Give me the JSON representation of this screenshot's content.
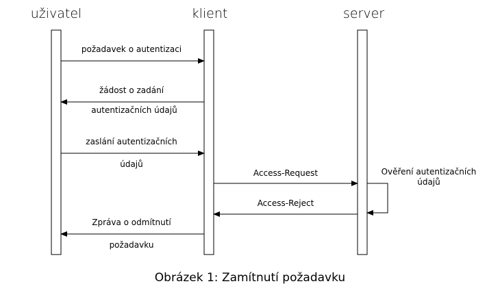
{
  "participants": {
    "user": "uživatel",
    "client": "klient",
    "server": "server"
  },
  "messages": [
    {
      "lines": [
        "požadavek o autentizaci"
      ]
    },
    {
      "lines": [
        "žádost o zadání",
        "autentizačních údajů"
      ]
    },
    {
      "lines": [
        "zaslání autentizačních",
        "údajů"
      ]
    },
    {
      "lines": [
        "Access-Request"
      ]
    },
    {
      "lines": [
        "Access-Reject"
      ]
    },
    {
      "lines": [
        "Zpráva o odmítnutí",
        "požadavku"
      ]
    }
  ],
  "self_note": {
    "lines": [
      "Ověření autentizačních",
      "údajů"
    ]
  },
  "caption": "Obrázek 1:  Zamítnutí požadavku"
}
